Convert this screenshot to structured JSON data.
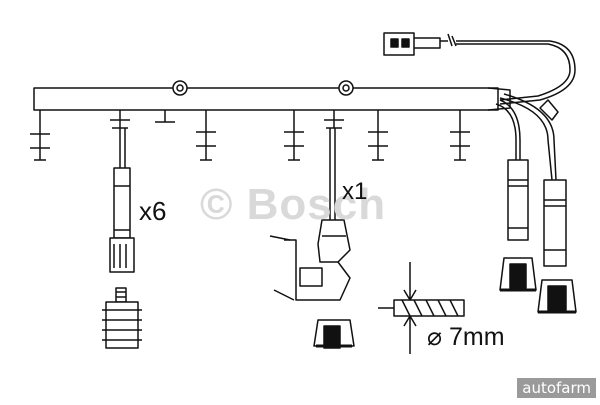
{
  "diagram": {
    "wire_quantity_a": "x6",
    "wire_quantity_b": "x1",
    "wire_diameter": "⌀ 7mm",
    "watermark": "© Bosch",
    "site_badge": "autofarm"
  }
}
